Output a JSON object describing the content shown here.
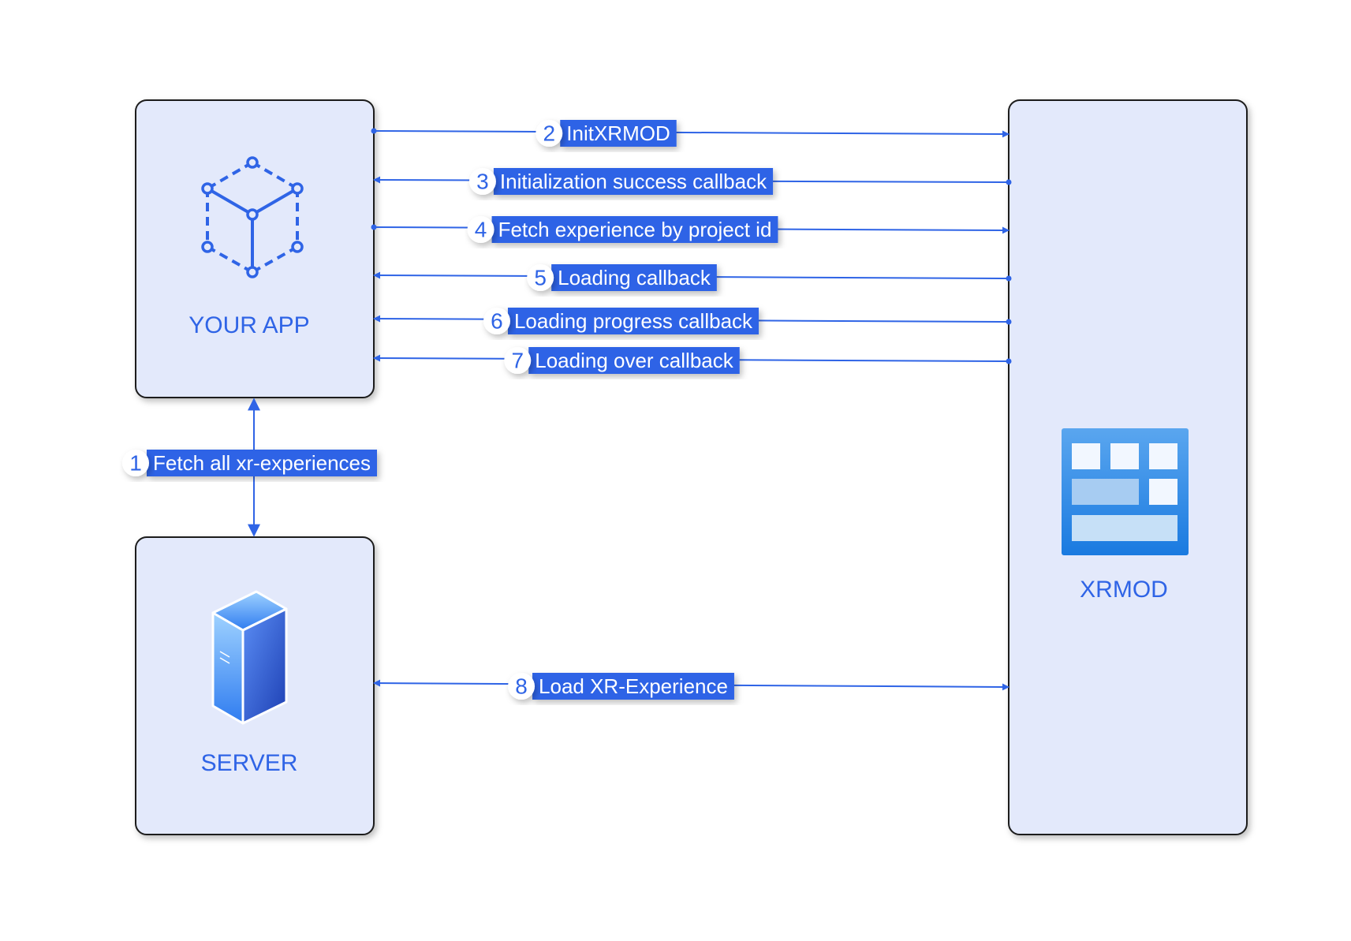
{
  "colors": {
    "accent": "#2f64e6",
    "box_fill": "#e3e9fb",
    "box_stroke": "#1a1a1a",
    "label_bg": "#2f64e6",
    "label_text": "#ffffff"
  },
  "nodes": {
    "your_app": {
      "label": "YOUR APP",
      "icon": "cube-network-icon"
    },
    "server": {
      "label": "SERVER",
      "icon": "server-tower-icon"
    },
    "xrmod": {
      "label": "XRMOD",
      "icon": "grid-layout-icon"
    }
  },
  "messages": [
    {
      "num": "1",
      "text": "Fetch all xr-experiences",
      "from": "server",
      "to": "your_app",
      "bidirectional": true
    },
    {
      "num": "2",
      "text": "InitXRMOD",
      "from": "your_app",
      "to": "xrmod"
    },
    {
      "num": "3",
      "text": "Initialization success callback",
      "from": "xrmod",
      "to": "your_app"
    },
    {
      "num": "4",
      "text": "Fetch experience by project id",
      "from": "your_app",
      "to": "xrmod"
    },
    {
      "num": "5",
      "text": "Loading callback",
      "from": "xrmod",
      "to": "your_app"
    },
    {
      "num": "6",
      "text": "Loading progress callback",
      "from": "xrmod",
      "to": "your_app"
    },
    {
      "num": "7",
      "text": "Loading over callback",
      "from": "xrmod",
      "to": "your_app"
    },
    {
      "num": "8",
      "text": "Load XR-Experience",
      "from": "server",
      "to": "xrmod",
      "bidirectional": true
    }
  ]
}
